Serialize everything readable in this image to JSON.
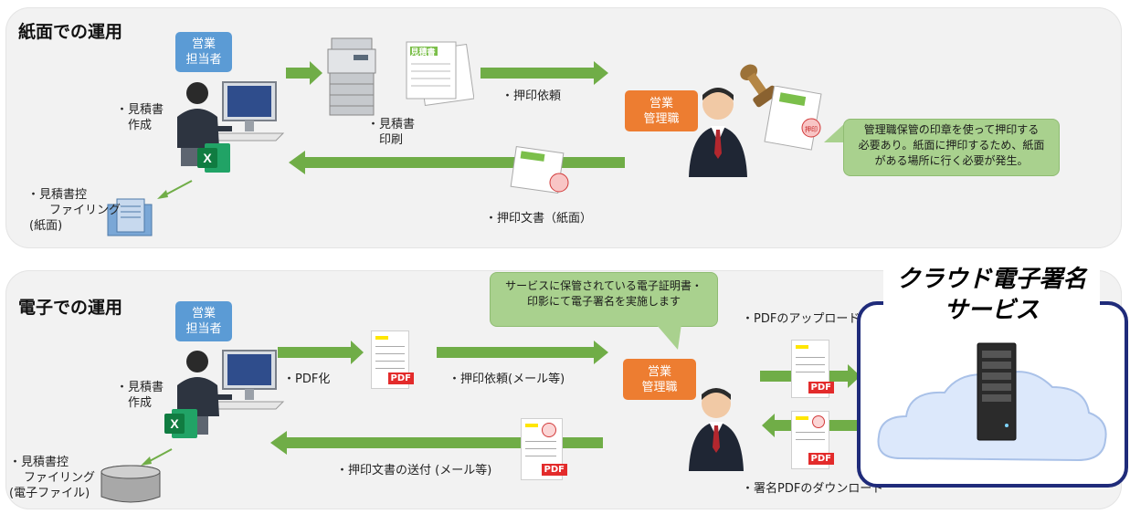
{
  "paper": {
    "title": "紙面での運用",
    "sales_rep": [
      "営業",
      "担当者"
    ],
    "manager": [
      "営業",
      "管理職"
    ],
    "create_quote": [
      "・見積書",
      "作成"
    ],
    "print_quote": [
      "・見積書",
      "印刷"
    ],
    "stamp_request": "・押印依頼",
    "stamped_doc": "・押印文書（紙面）",
    "filing": [
      "・見積書控",
      "ファイリング",
      "(紙面)"
    ],
    "callout": [
      "管理職保管の印章を使って押印する",
      "必要あり。紙面に押印するため、紙面",
      "がある場所に行く必要が発生。"
    ],
    "doc_header": "見積書",
    "stamp_mark": "押印"
  },
  "electronic": {
    "title": "電子での運用",
    "sales_rep": [
      "営業",
      "担当者"
    ],
    "manager": [
      "営業",
      "管理職"
    ],
    "create_quote": [
      "・見積書",
      "作成"
    ],
    "pdf_conversion": "・PDF化",
    "stamp_request": "・押印依頼(メール等)",
    "send_stamped": "・押印文書の送付 (メール等)",
    "filing": [
      "・見積書控",
      "ファイリング",
      "(電子ファイル)"
    ],
    "callout": [
      "サービスに保管されている電子証明書・",
      "印影にて電子署名を実施します"
    ],
    "upload": "・PDFのアップロード",
    "download": "・署名PDFのダウンロード",
    "cloud_title": [
      "クラウド電子署名",
      "サービス"
    ],
    "pdf_tag": "PDF",
    "excel_letter": "X"
  },
  "colors": {
    "arrow": "#70ad47",
    "sales_rep": "#5b9bd5",
    "manager": "#ed7d31",
    "callout": "#a9d18e",
    "cloud_border": "#1f2b7a"
  }
}
